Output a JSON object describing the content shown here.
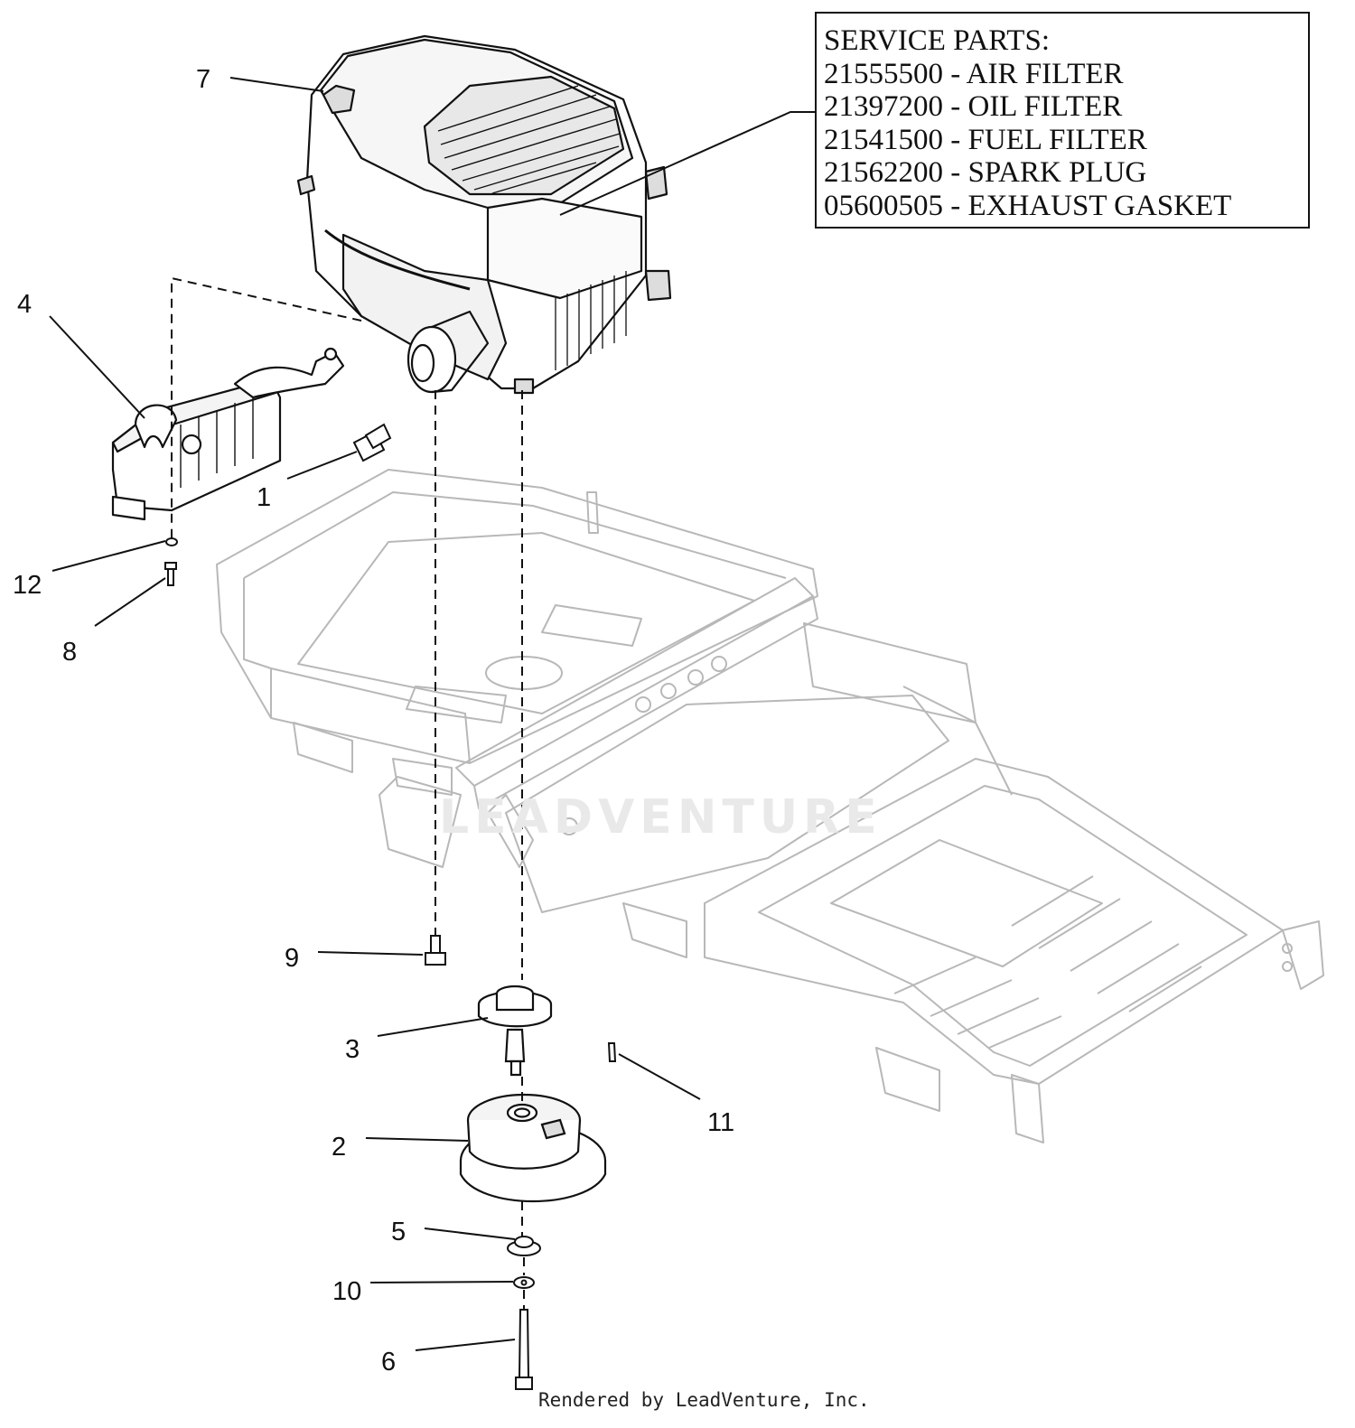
{
  "service_parts": {
    "heading": "SERVICE PARTS:",
    "items": [
      "21555500 - AIR FILTER",
      "21397200 - OIL FILTER",
      "21541500 - FUEL FILTER",
      "21562200 - SPARK PLUG",
      "05600505 - EXHAUST GASKET"
    ]
  },
  "callouts": [
    "7",
    "4",
    "1",
    "12",
    "8",
    "9",
    "3",
    "11",
    "2",
    "5",
    "10",
    "6"
  ],
  "watermark": "LEADVENTURE",
  "footer": "Rendered by LeadVenture, Inc.",
  "colors": {
    "ink": "#111111",
    "frame": "#b8b8b8",
    "watermark": "#e9e9e9"
  }
}
